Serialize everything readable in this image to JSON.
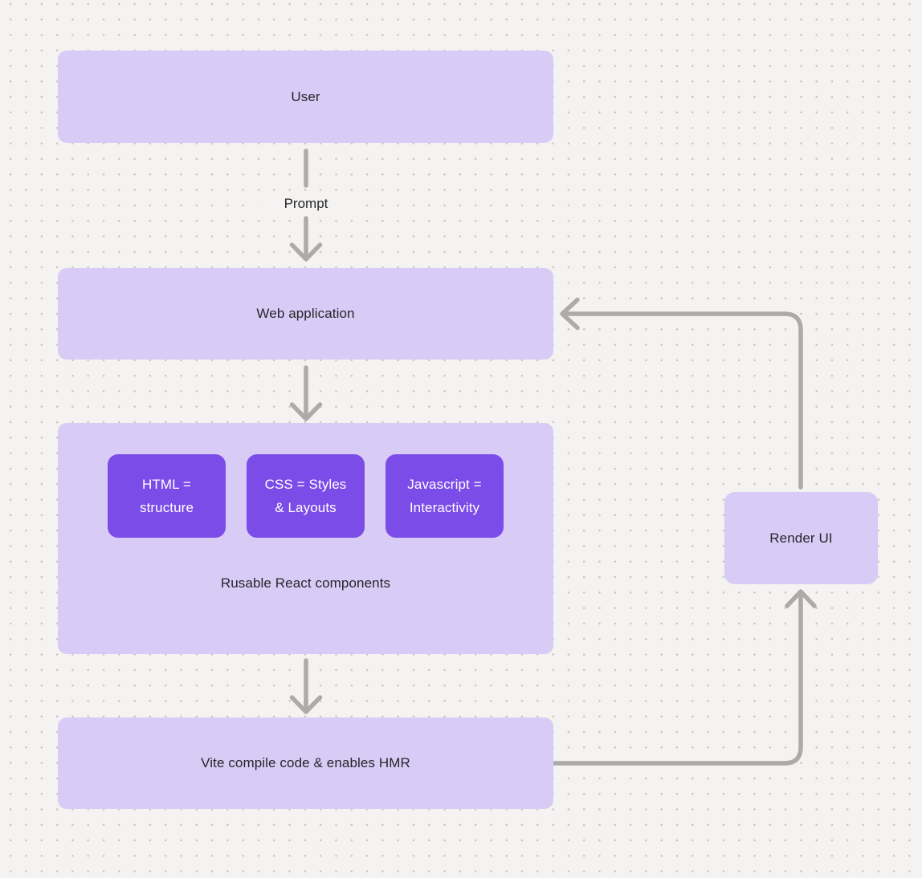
{
  "diagram": {
    "colors": {
      "canvas_bg": "#f4f3f1",
      "grid_dot": "#c8c6c3",
      "node_fill": "#d8cbf5",
      "chip_fill": "#7c4ce8",
      "chip_text": "#ffffff",
      "label_text": "#26262b",
      "arrow": "#adabaa"
    },
    "nodes": {
      "user": {
        "label": "User"
      },
      "web_application": {
        "label": "Web application"
      },
      "components": {
        "chips": [
          {
            "lines": [
              "HTML =",
              "structure"
            ]
          },
          {
            "lines": [
              "CSS = Styles",
              "& Layouts"
            ]
          },
          {
            "lines": [
              "Javascript =",
              "Interactivity"
            ]
          }
        ],
        "caption": "Rusable React components"
      },
      "vite": {
        "label": "Vite compile code & enables HMR"
      },
      "render_ui": {
        "label": "Render UI"
      }
    },
    "edges": {
      "prompt_label": "Prompt"
    }
  }
}
